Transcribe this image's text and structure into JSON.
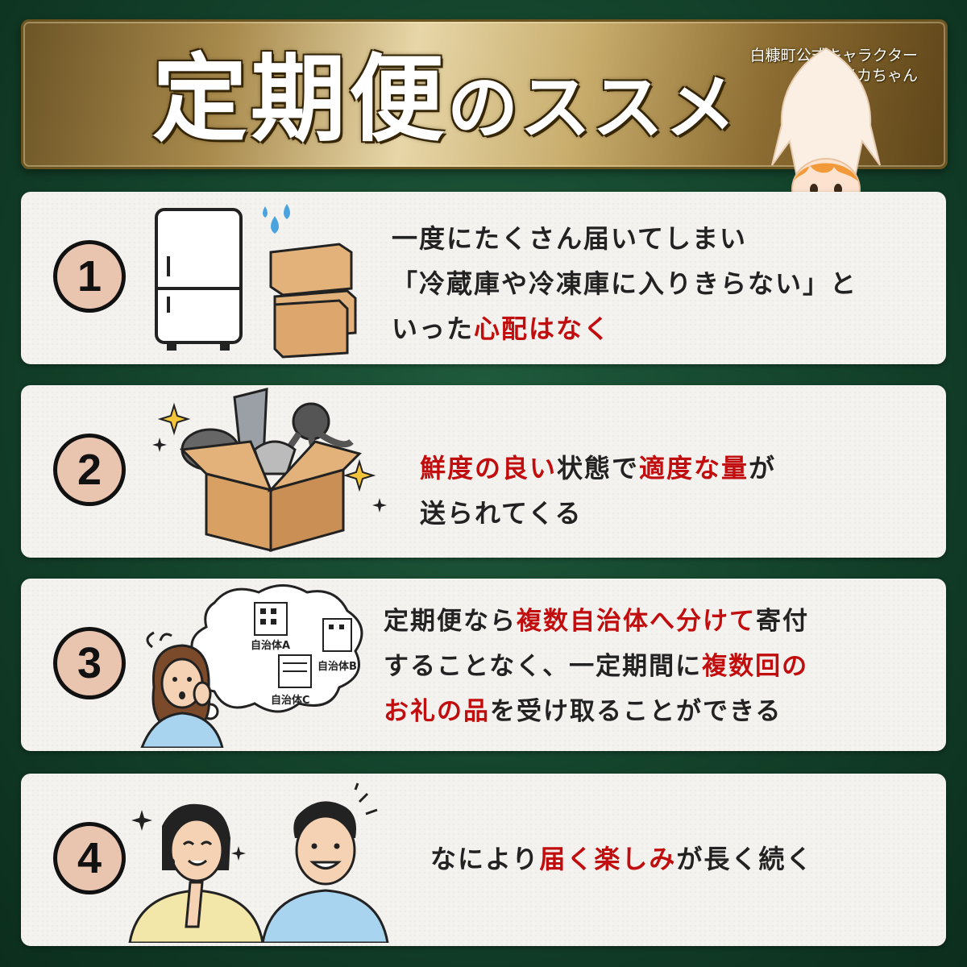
{
  "banner": {
    "title_main": "定期便",
    "title_sub": "のススメ",
    "credit_line1": "白糠町公式キャラクター",
    "credit_line2": "メイカちゃん"
  },
  "items": [
    {
      "number": "1",
      "line1": "一度にたくさん届いてしまい",
      "line2": "「冷蔵庫や冷凍庫に入りきらない」と",
      "line3_plain": "いった",
      "line3_highlight": "心配はなく"
    },
    {
      "number": "2",
      "hl1": "鮮度の良い",
      "t1": "状態で",
      "hl2": "適度な量",
      "t2": "が",
      "line2": "送られてくる"
    },
    {
      "number": "3",
      "cloud_a": "自治体A",
      "cloud_b": "自治体B",
      "cloud_c": "自治体C",
      "l1_plain1": "定期便なら",
      "l1_hl": "複数自治体へ分けて",
      "l1_plain2": "寄付",
      "l2_plain": "することなく、一定期間に",
      "l2_hl": "複数回の",
      "l3_hl": "お礼の品",
      "l3_plain": "を受け取ることができる"
    },
    {
      "number": "4",
      "plain1": "なにより",
      "hl": "届く楽しみ",
      "plain2": "が長く続く"
    }
  ],
  "colors": {
    "background": "#123f29",
    "highlight": "#c10d0d",
    "card": "#f4f2ee",
    "number_circle": "#e9c5b0"
  }
}
